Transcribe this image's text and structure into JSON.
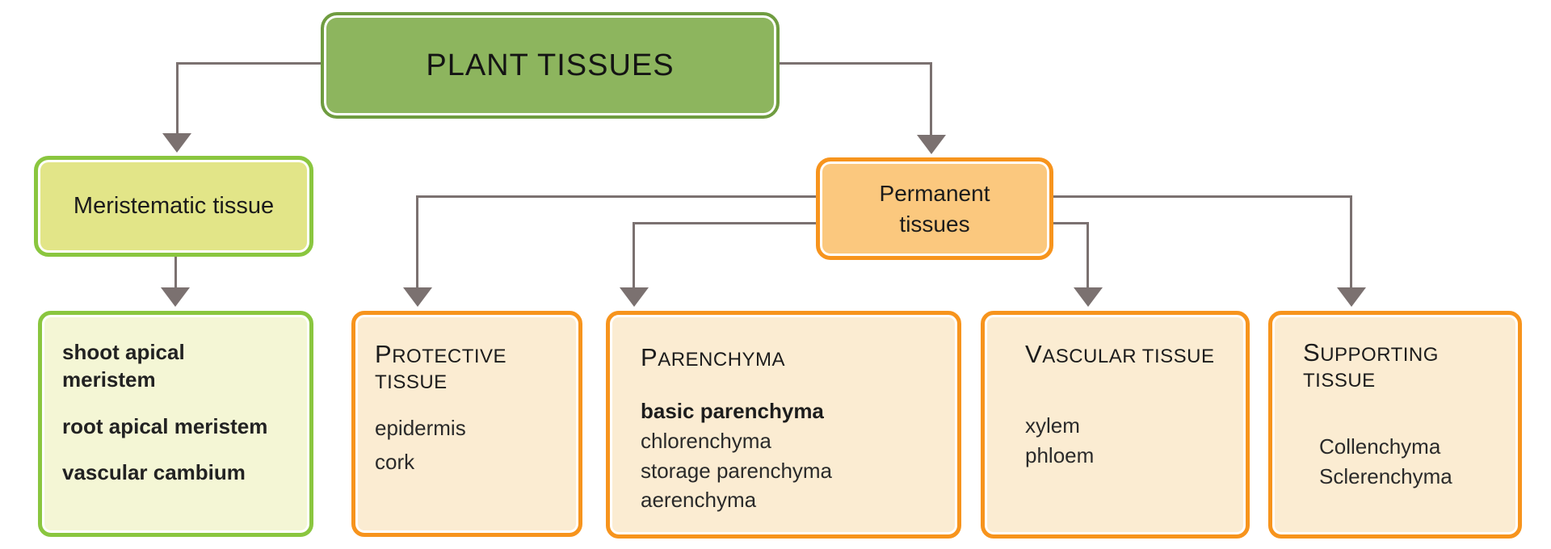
{
  "root": {
    "label": "PLANT TISSUES"
  },
  "meristematic": {
    "label": "Meristematic tissue",
    "types": [
      "shoot apical meristem",
      "root apical meristem",
      "vascular cambium"
    ]
  },
  "permanent": {
    "label": "Permanent tissues",
    "cards": [
      {
        "title": "PROTECTIVE TISSUE",
        "items": [
          "epidermis",
          "cork"
        ]
      },
      {
        "title": "PARENCHYMA",
        "items": [
          "basic parenchyma",
          "chlorenchyma",
          "storage parenchyma",
          "aerenchyma"
        ]
      },
      {
        "title": "VASCULAR TISSUE",
        "items": [
          "xylem",
          "phloem"
        ]
      },
      {
        "title": "SUPPORTING TISSUE",
        "items": [
          "Collenchyma",
          "Sclerenchyma"
        ]
      }
    ]
  },
  "colors": {
    "root_fill": "#8db55e",
    "root_border": "#6f9c40",
    "meristematic_fill": "#e2e588",
    "green_border": "#8ac63f",
    "meristematic_types_fill": "#f4f6d5",
    "permanent_fill": "#fbc87e",
    "orange_border": "#f7941d",
    "card_fill": "#fbecd2",
    "connector": "#7b7170",
    "text": "#1b1b1b"
  }
}
